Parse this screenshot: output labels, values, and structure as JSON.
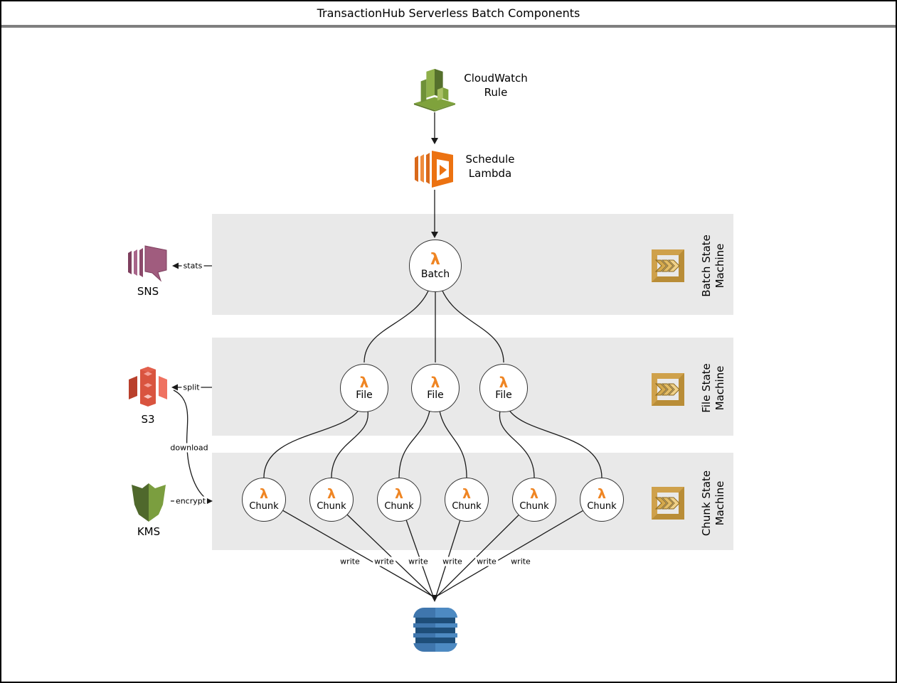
{
  "title": "TransactionHub Serverless Batch Components",
  "top_nodes": {
    "cloudwatch_line1": "CloudWatch",
    "cloudwatch_line2": "Rule",
    "schedule_line1": "Schedule",
    "schedule_line2": "Lambda"
  },
  "left_services": {
    "sns": "SNS",
    "s3": "S3",
    "kms": "KMS"
  },
  "lambda_symbol": "λ",
  "circles": {
    "batch": {
      "label": "Batch"
    },
    "files": [
      {
        "label": "File"
      },
      {
        "label": "File"
      },
      {
        "label": "File"
      }
    ],
    "chunks": [
      {
        "label": "Chunk"
      },
      {
        "label": "Chunk"
      },
      {
        "label": "Chunk"
      },
      {
        "label": "Chunk"
      },
      {
        "label": "Chunk"
      },
      {
        "label": "Chunk"
      }
    ]
  },
  "bands": {
    "batch": {
      "line1": "Batch State",
      "line2": "Machine"
    },
    "file": {
      "line1": "File State",
      "line2": "Machine"
    },
    "chunk": {
      "line1": "Chunk State",
      "line2": "Machine"
    }
  },
  "edges": {
    "stats": "stats",
    "split": "split",
    "download": "download",
    "encrypt": "encrypt",
    "writes": [
      "write",
      "write",
      "write",
      "write",
      "write",
      "write"
    ]
  },
  "colors": {
    "lambda_orange": "#ef8523",
    "cloudwatch_green": "#7fa23c",
    "sns_purple": "#a05c7e",
    "s3_red": "#d9543f",
    "kms_green": "#7b9e3f",
    "stepfunctions_gold": "#cfa14b",
    "dynamodb_blue": "#3f76ad",
    "band_gray": "#e9e9e9"
  }
}
